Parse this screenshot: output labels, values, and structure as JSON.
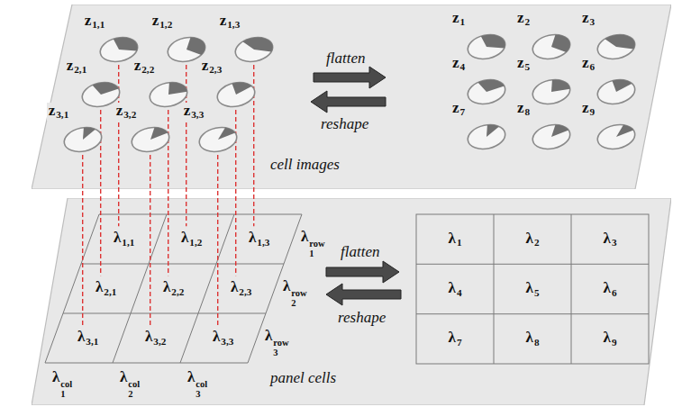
{
  "diagram": {
    "nodes": [
      {
        "text": [
          "cell images"
        ]
      },
      {
        "text": [
          "z1,1"
        ],
        "in": 0
      },
      {
        "text": [
          "z1,2"
        ],
        "in": 0
      },
      {
        "text": [
          "z1,3"
        ],
        "in": 0
      },
      {
        "text": [
          "z2,1"
        ],
        "in": 0
      },
      {
        "text": [
          "z2,2"
        ],
        "in": 0
      },
      {
        "text": [
          "z2,3"
        ],
        "in": 0
      },
      {
        "text": [
          "z3,1"
        ],
        "in": 0
      },
      {
        "text": [
          "z3,2"
        ],
        "in": 0
      },
      {
        "text": [
          "z3,3"
        ],
        "in": 0
      },
      {
        "text": [
          "z1"
        ],
        "in": 0
      },
      {
        "text": [
          "z2"
        ],
        "in": 0
      },
      {
        "text": [
          "z3"
        ],
        "in": 0
      },
      {
        "text": [
          "z4"
        ],
        "in": 0
      },
      {
        "text": [
          "z5"
        ],
        "in": 0
      },
      {
        "text": [
          "z6"
        ],
        "in": 0
      },
      {
        "text": [
          "z7"
        ],
        "in": 0
      },
      {
        "text": [
          "z8"
        ],
        "in": 0
      },
      {
        "text": [
          "z9"
        ],
        "in": 0
      },
      {
        "text": [
          "panel cells"
        ]
      },
      {
        "text": [
          "λ1,1"
        ],
        "in": 19
      },
      {
        "text": [
          "λ1,2"
        ],
        "in": 19
      },
      {
        "text": [
          "λ1,3"
        ],
        "in": 19
      },
      {
        "text": [
          "λ2,1"
        ],
        "in": 19
      },
      {
        "text": [
          "λ2,2"
        ],
        "in": 19
      },
      {
        "text": [
          "λ2,3"
        ],
        "in": 19
      },
      {
        "text": [
          "λ3,1"
        ],
        "in": 19
      },
      {
        "text": [
          "λ3,2"
        ],
        "in": 19
      },
      {
        "text": [
          "λ3,3"
        ],
        "in": 19
      },
      {
        "text": [
          "λ1"
        ],
        "in": 19
      },
      {
        "text": [
          "λ2"
        ],
        "in": 19
      },
      {
        "text": [
          "λ3"
        ],
        "in": 19
      },
      {
        "text": [
          "λ4"
        ],
        "in": 19
      },
      {
        "text": [
          "λ5"
        ],
        "in": 19
      },
      {
        "text": [
          "λ6"
        ],
        "in": 19
      },
      {
        "text": [
          "λ7"
        ],
        "in": 19
      },
      {
        "text": [
          "λ8"
        ],
        "in": 19
      },
      {
        "text": [
          "λ9"
        ],
        "in": 19
      }
    ],
    "edges": [
      {
        "from": 1,
        "to": 20,
        "arrow": "none"
      },
      {
        "from": 2,
        "to": 21,
        "arrow": "none"
      },
      {
        "from": 3,
        "to": 22,
        "arrow": "none"
      },
      {
        "from": 4,
        "to": 23,
        "arrow": "none"
      },
      {
        "from": 5,
        "to": 24,
        "arrow": "none"
      },
      {
        "from": 6,
        "to": 25,
        "arrow": "none"
      },
      {
        "from": 7,
        "to": 26,
        "arrow": "none"
      },
      {
        "from": 8,
        "to": 27,
        "arrow": "none"
      },
      {
        "from": 9,
        "to": 28,
        "arrow": "none"
      }
    ],
    "labels": [
      "flatten",
      "reshape",
      "flatten",
      "reshape",
      "λrow1",
      "λrow2",
      "λrow3",
      "λcol1",
      "λcol2",
      "λcol3"
    ]
  }
}
